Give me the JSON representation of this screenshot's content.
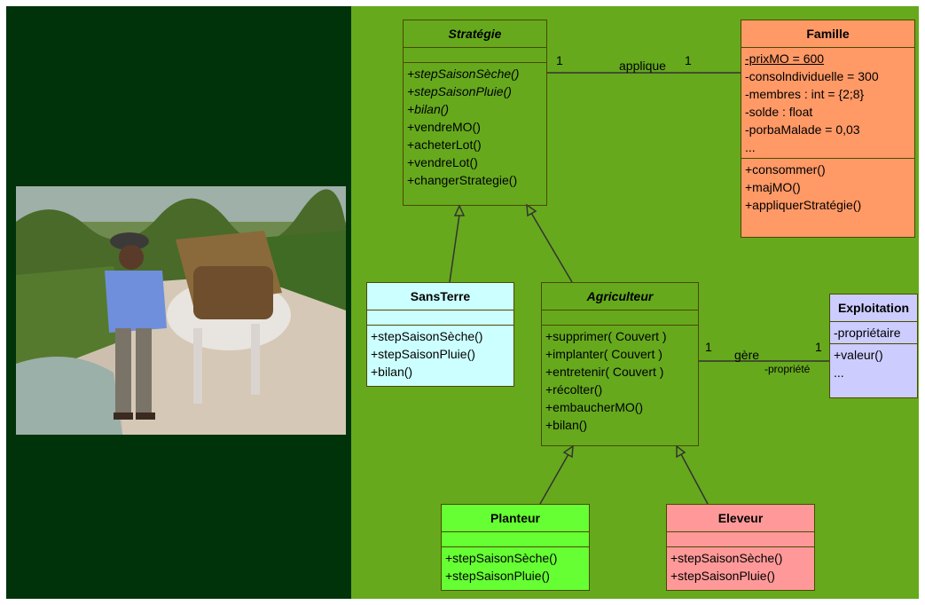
{
  "colors": {
    "left_bg": "#00330a",
    "right_bg": "#66a91d",
    "famille_bg": "#ff9966",
    "sansterre_bg": "#ccffff",
    "exploitation_bg": "#ccccff",
    "planteur_bg": "#66ff33",
    "eleveur_bg": "#ff9999"
  },
  "photo": {
    "icon": "farmer-with-horse-photo"
  },
  "classes": {
    "strategie": {
      "name": "Stratégie",
      "attributes": [],
      "methods": [
        "+stepSaisonSèche()",
        "+stepSaisonPluie()",
        "+bilan()",
        "+vendreMO()",
        "+acheterLot()",
        "+vendreLot()",
        "+changerStrategie()"
      ]
    },
    "famille": {
      "name": "Famille",
      "attributes": [
        "-prixMO = 600",
        "-consolndividuelle = 300",
        "-membres : int = {2;8}",
        "-solde : float",
        "-porbaMalade = 0,03",
        "..."
      ],
      "methods": [
        "+consommer()",
        "+majMO()",
        "+appliquerStratégie()"
      ]
    },
    "sansterre": {
      "name": "SansTerre",
      "attributes": [],
      "methods": [
        "+stepSaisonSèche()",
        "+stepSaisonPluie()",
        "+bilan()"
      ]
    },
    "agriculteur": {
      "name": "Agriculteur",
      "attributes": [],
      "methods": [
        "+supprimer( Couvert )",
        "+implanter( Couvert )",
        "+entretenir( Couvert )",
        "+récolter()",
        "+embaucherMO()",
        "+bilan()"
      ]
    },
    "exploitation": {
      "name": "Exploitation",
      "attributes": [
        "-propriétaire"
      ],
      "methods": [
        "+valeur()",
        "..."
      ]
    },
    "planteur": {
      "name": "Planteur",
      "attributes": [],
      "methods": [
        "+stepSaisonSèche()",
        "+stepSaisonPluie()"
      ]
    },
    "eleveur": {
      "name": "Eleveur",
      "attributes": [],
      "methods": [
        "+stepSaisonSèche()",
        "+stepSaisonPluie()"
      ]
    }
  },
  "associations": {
    "applique": {
      "label": "applique",
      "mult_left": "1",
      "mult_right": "1"
    },
    "gere": {
      "label": "gère",
      "mult_left": "1",
      "mult_right": "1",
      "role": "-propriété"
    }
  }
}
